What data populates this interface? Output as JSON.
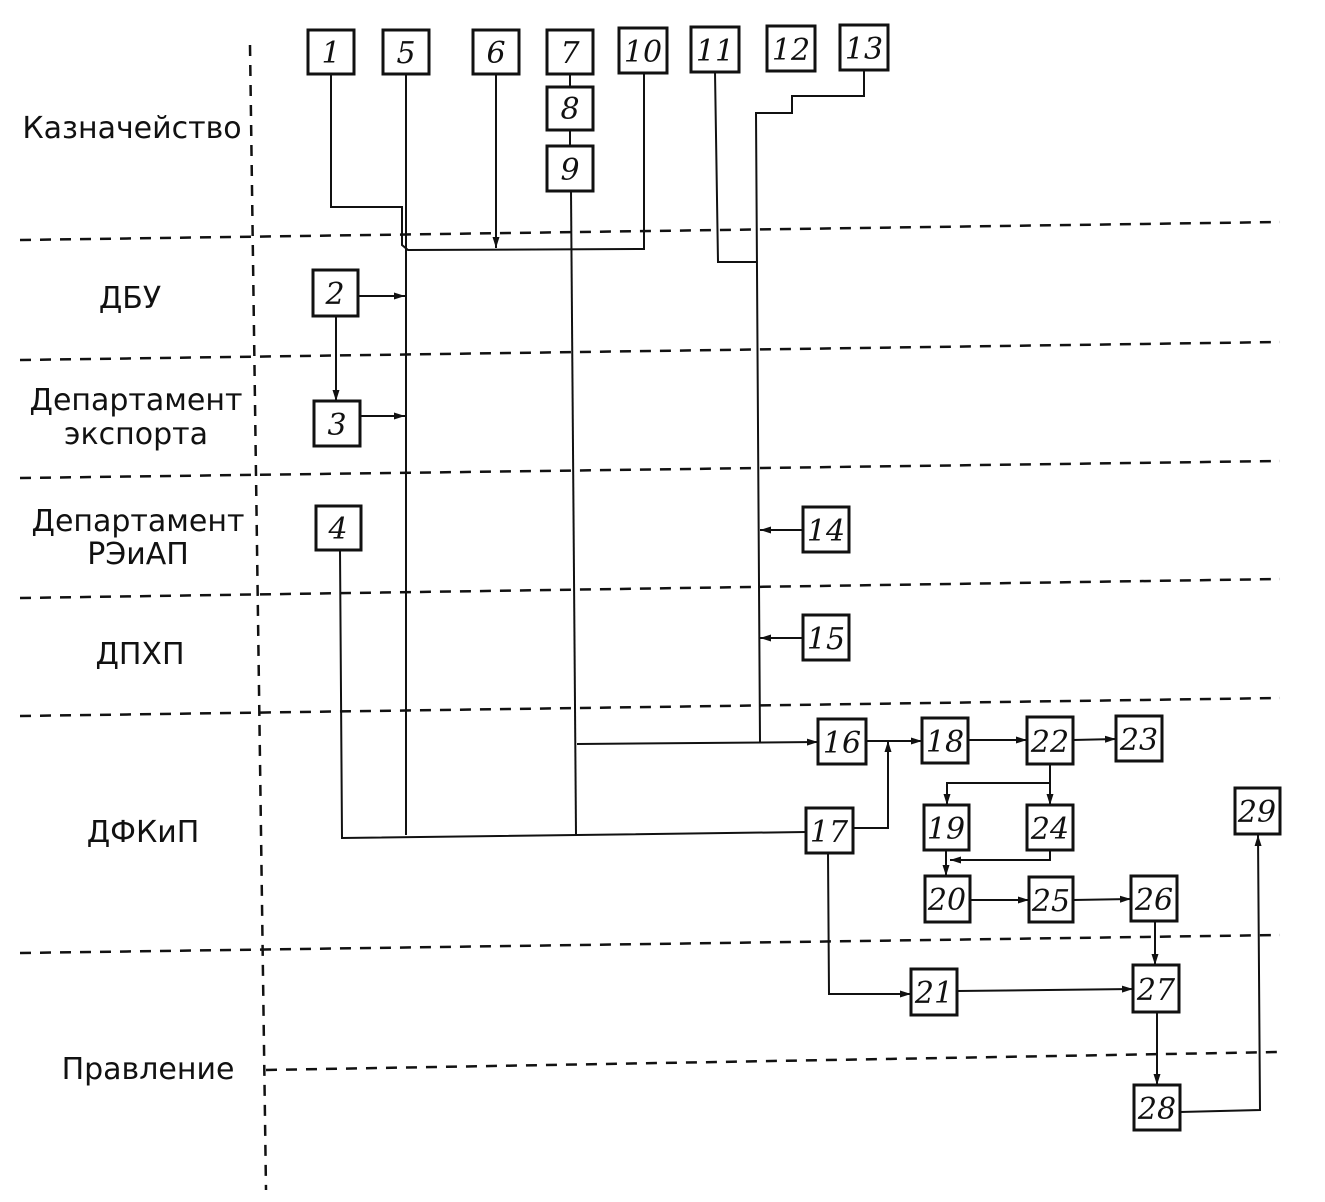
{
  "lanes": [
    {
      "id": "treasury",
      "label_lines": [
        "Казначейство"
      ]
    },
    {
      "id": "dbu",
      "label_lines": [
        "ДБУ"
      ]
    },
    {
      "id": "export",
      "label_lines": [
        "Департамент",
        "экспорта"
      ]
    },
    {
      "id": "reiap",
      "label_lines": [
        "Департамент",
        "РЭиАП"
      ]
    },
    {
      "id": "dphp",
      "label_lines": [
        "ДПХП"
      ]
    },
    {
      "id": "dfkip",
      "label_lines": [
        "ДФКиП"
      ]
    },
    {
      "id": "board",
      "label_lines": [
        "Правление"
      ]
    }
  ],
  "boxes": [
    {
      "id": "b1",
      "label": "1"
    },
    {
      "id": "b2",
      "label": "2"
    },
    {
      "id": "b3",
      "label": "3"
    },
    {
      "id": "b4",
      "label": "4"
    },
    {
      "id": "b5",
      "label": "5"
    },
    {
      "id": "b6",
      "label": "6"
    },
    {
      "id": "b7",
      "label": "7"
    },
    {
      "id": "b8",
      "label": "8"
    },
    {
      "id": "b9",
      "label": "9"
    },
    {
      "id": "b10",
      "label": "10"
    },
    {
      "id": "b11",
      "label": "11"
    },
    {
      "id": "b12",
      "label": "12"
    },
    {
      "id": "b13",
      "label": "13"
    },
    {
      "id": "b14",
      "label": "14"
    },
    {
      "id": "b15",
      "label": "15"
    },
    {
      "id": "b16",
      "label": "16"
    },
    {
      "id": "b17",
      "label": "17"
    },
    {
      "id": "b18",
      "label": "18"
    },
    {
      "id": "b19",
      "label": "19"
    },
    {
      "id": "b20",
      "label": "20"
    },
    {
      "id": "b21",
      "label": "21"
    },
    {
      "id": "b22",
      "label": "22"
    },
    {
      "id": "b23",
      "label": "23"
    },
    {
      "id": "b24",
      "label": "24"
    },
    {
      "id": "b25",
      "label": "25"
    },
    {
      "id": "b26",
      "label": "26"
    },
    {
      "id": "b27",
      "label": "27"
    },
    {
      "id": "b28",
      "label": "28"
    },
    {
      "id": "b29",
      "label": "29"
    }
  ]
}
